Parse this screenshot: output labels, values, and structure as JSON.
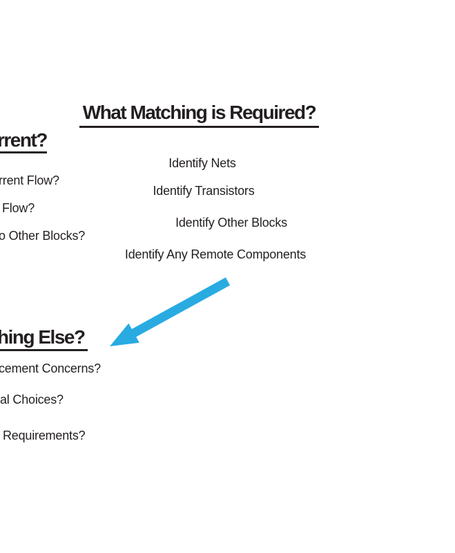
{
  "slide": {
    "background": "#ffffff",
    "text_color": "#231f20",
    "sections": {
      "matching": {
        "title": "What Matching is Required?",
        "items": [
          "Identify Nets",
          "Identify Transistors",
          "Identify Other Blocks",
          "Identify Any Remote Components"
        ]
      },
      "current_partial": {
        "title": "rrent?",
        "items": [
          "rrent Flow?",
          "Flow?",
          "o Other Blocks?"
        ]
      },
      "else_partial": {
        "title": "hing Else?",
        "items": [
          "cement Concerns?",
          "al Choices?",
          "Requirements?"
        ]
      }
    },
    "arrow": {
      "description": "thick cyan arrow pointing down-left toward the else section",
      "color": "#29abe2"
    }
  }
}
